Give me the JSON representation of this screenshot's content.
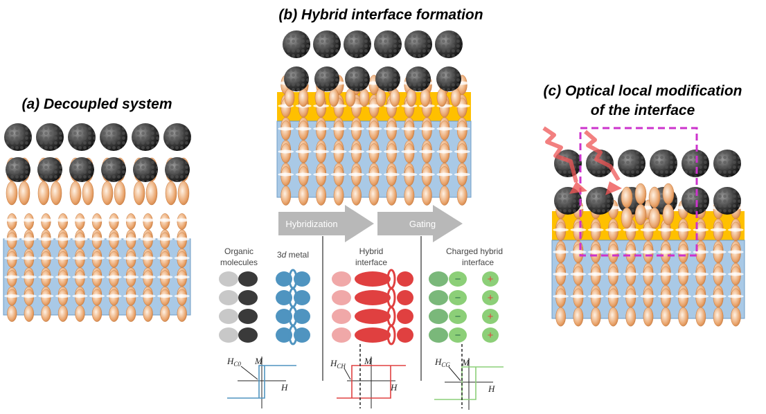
{
  "panels": {
    "a": {
      "title": "(a) Decoupled system"
    },
    "b": {
      "title": "(b) Hybrid interface formation"
    },
    "c": {
      "title_line1": "(c) Optical local modification",
      "title_line2": "of the interface"
    }
  },
  "process": {
    "arrow1": "Hybridization",
    "arrow2": "Gating",
    "organic": [
      "Organic",
      "molecules"
    ],
    "metal_prefix": "3",
    "metal_italic": "d",
    "metal_suffix": " metal",
    "hybrid": [
      "Hybrid",
      "interface"
    ],
    "charged": [
      "Charged hybrid",
      "interface"
    ],
    "minus": "−",
    "plus": "+"
  },
  "loops": {
    "axis_m": "M",
    "axis_h": "H",
    "h_prefix": "H",
    "hc0": "C0",
    "hch": "CH",
    "hcg": "CG"
  },
  "colors": {
    "substrate": "#a9c9e6",
    "substrate_border": "#6f9cc6",
    "interface_layer": "#ffc000",
    "orbital": "#e9a36a",
    "fullerene": "#3a3a3a",
    "highlight_box": "#cc33cc",
    "light_arrow": "#ee5555",
    "metal_orbital": "#4f94c0",
    "hybrid_orbital": "#e04040",
    "charged_orbital": "#8ccf78",
    "process_arrow": "#b8b8b8"
  }
}
